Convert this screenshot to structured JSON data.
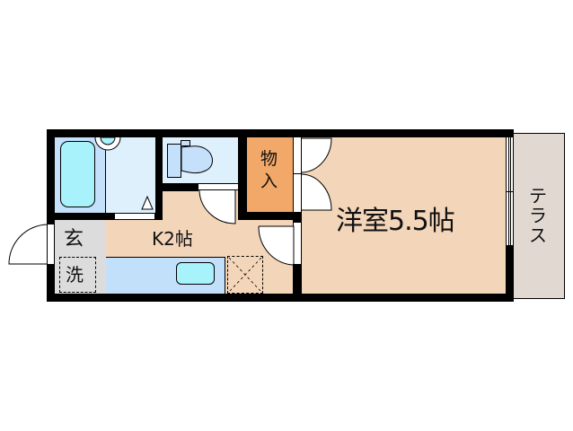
{
  "floorplan": {
    "rooms": {
      "western_room": {
        "label": "洋室5.5帖",
        "color": "#f3d5b9"
      },
      "kitchen": {
        "label": "K2帖",
        "color": "#f3d5b9"
      },
      "storage": {
        "label_line1": "物",
        "label_line2": "入",
        "color": "#f2a868"
      },
      "entrance": {
        "label": "玄",
        "color": "#dcdcdc"
      },
      "washer": {
        "label": "洗"
      },
      "terrace": {
        "label_line1": "テ",
        "label_line2": "ラ",
        "label_line3": "ス",
        "color": "#e1d9d1"
      },
      "bathroom": {
        "color": "#c5e0fb"
      },
      "toilet": {
        "color": "#dff0fd"
      }
    },
    "colors": {
      "wall": "#000000",
      "fixture_blue": "#a8f2fb",
      "counter_blue": "#c3e0fb",
      "toilet_fixture": "#c5e0fb"
    }
  }
}
